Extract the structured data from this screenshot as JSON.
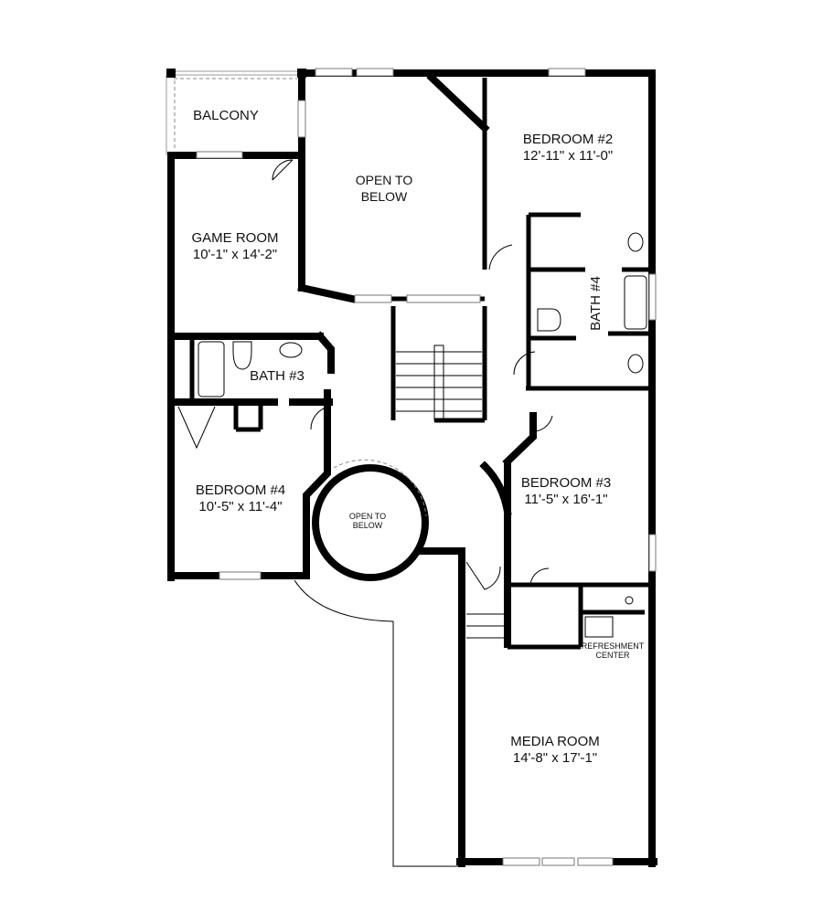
{
  "rooms": {
    "balcony": {
      "name": "BALCONY"
    },
    "open_to_below_top": {
      "line1": "OPEN TO",
      "line2": "BELOW"
    },
    "bedroom2": {
      "name": "BEDROOM #2",
      "size": "12'-11\" x 11'-0\""
    },
    "game_room": {
      "name": "GAME ROOM",
      "size": "10'-1\" x 14'-2\""
    },
    "bath4": {
      "name": "BATH #4"
    },
    "bath3": {
      "name": "BATH #3"
    },
    "bedroom4": {
      "name": "BEDROOM #4",
      "size": "10'-5\" x 11'-4\""
    },
    "open_to_below_round": {
      "line1": "OPEN TO",
      "line2": "BELOW"
    },
    "bedroom3": {
      "name": "BEDROOM #3",
      "size": "11'-5\" x 16'-1\""
    },
    "refreshment": {
      "line1": "REFRESHMENT",
      "line2": "CENTER"
    },
    "media_room": {
      "name": "MEDIA ROOM",
      "size": "14'-8\" x 17'-1\""
    }
  }
}
